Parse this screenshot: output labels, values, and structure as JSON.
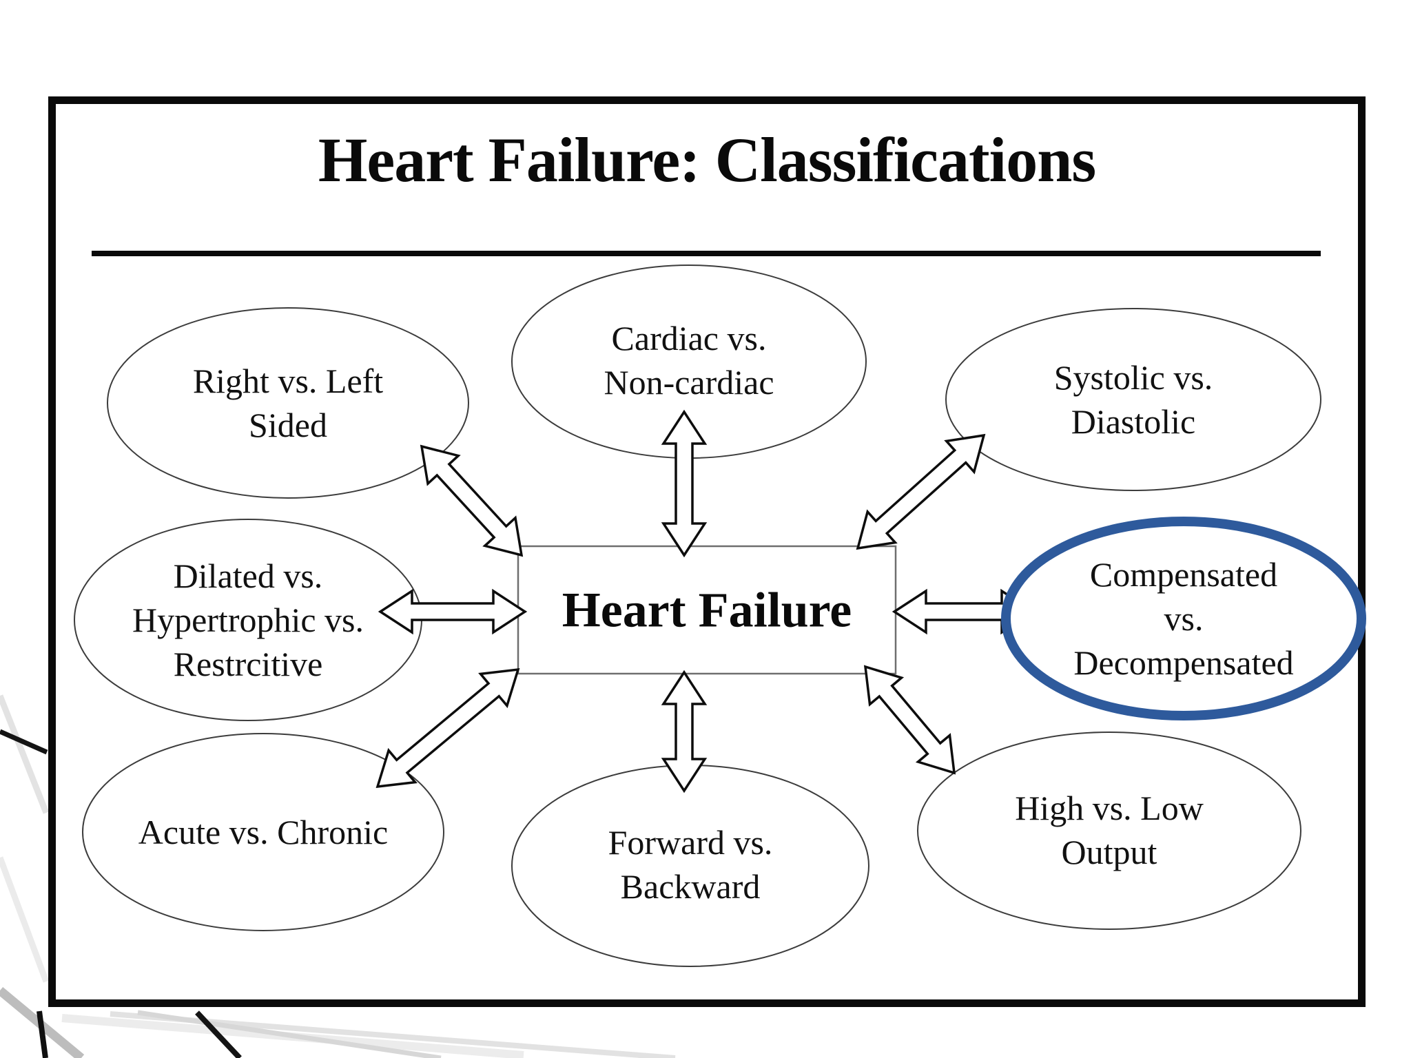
{
  "slide": {
    "title": "Heart Failure: Classifications",
    "center_label": "Heart Failure"
  },
  "diagram": {
    "center": {
      "id": "heart-failure",
      "label": "Heart Failure",
      "shape": "rectangle"
    },
    "nodes": [
      {
        "id": "right-vs-left-sided",
        "label": "Right vs. Left\nSided",
        "position": "top-left",
        "shape": "ellipse",
        "highlighted": false
      },
      {
        "id": "cardiac-vs-non-cardiac",
        "label": "Cardiac vs.\nNon-cardiac",
        "position": "top-center",
        "shape": "ellipse",
        "highlighted": false
      },
      {
        "id": "systolic-vs-diastolic",
        "label": "Systolic vs. Diastolic",
        "position": "top-right",
        "shape": "ellipse",
        "highlighted": false
      },
      {
        "id": "dilated-hypertrophic-restrictive",
        "label": "Dilated vs.\nHypertrophic vs.\nRestrcitive",
        "position": "middle-left",
        "shape": "ellipse",
        "highlighted": false
      },
      {
        "id": "compensated-vs-decompensated",
        "label": "Compensated vs.\nDecompensated",
        "position": "middle-right",
        "shape": "ellipse",
        "highlighted": true
      },
      {
        "id": "acute-vs-chronic",
        "label": "Acute vs. Chronic",
        "position": "bottom-left",
        "shape": "ellipse",
        "highlighted": false
      },
      {
        "id": "forward-vs-backward",
        "label": "Forward vs.\nBackward",
        "position": "bottom-center",
        "shape": "ellipse",
        "highlighted": false
      },
      {
        "id": "high-vs-low-output",
        "label": "High vs. Low\nOutput",
        "position": "bottom-right",
        "shape": "ellipse",
        "highlighted": false
      }
    ],
    "annotation": {
      "type": "highlight-circle",
      "target": "Compensated vs. Decompensated",
      "color": "#2e5a9c"
    },
    "colors": {
      "highlight_blue": "#2e5a9c",
      "slide_border": "#0a0a0a",
      "ellipse_stroke": "#3c3c3c",
      "box_stroke": "#6e6e6e"
    }
  }
}
